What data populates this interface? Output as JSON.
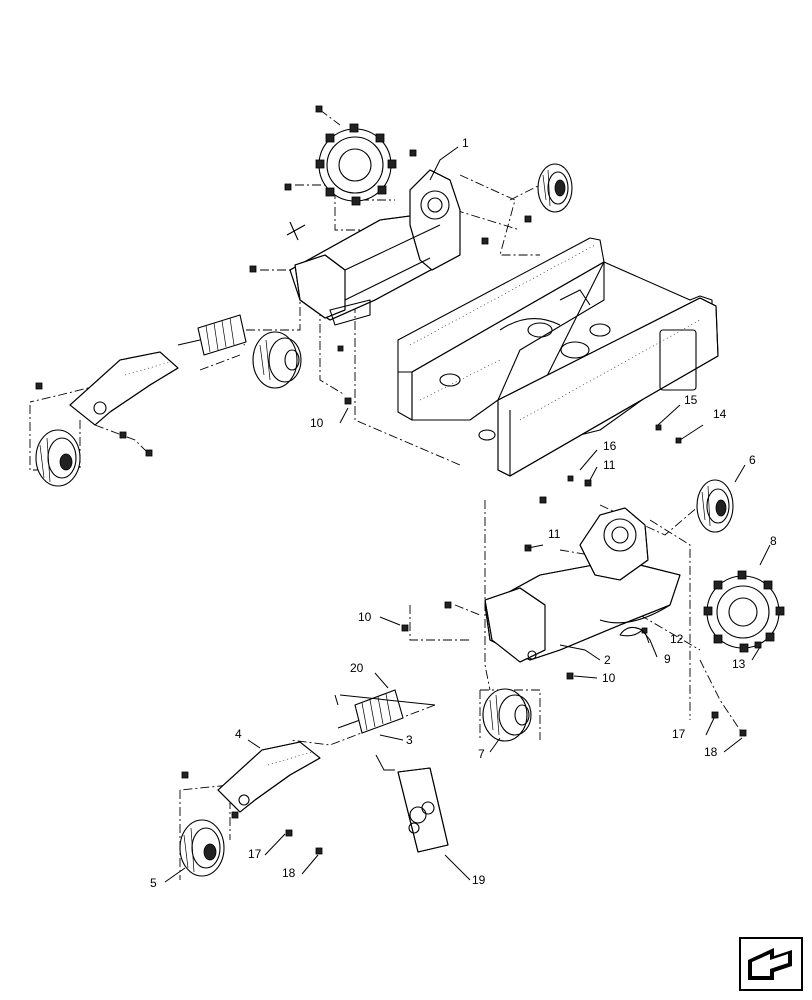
{
  "callouts": [
    {
      "id": "c1",
      "label": "1"
    },
    {
      "id": "c2",
      "label": "2"
    },
    {
      "id": "c3",
      "label": "3"
    },
    {
      "id": "c4",
      "label": "4"
    },
    {
      "id": "c5",
      "label": "5"
    },
    {
      "id": "c6",
      "label": "6"
    },
    {
      "id": "c7",
      "label": "7"
    },
    {
      "id": "c8",
      "label": "8"
    },
    {
      "id": "c9",
      "label": "9"
    },
    {
      "id": "c10a",
      "label": "10"
    },
    {
      "id": "c10b",
      "label": "10"
    },
    {
      "id": "c10c",
      "label": "10"
    },
    {
      "id": "c11a",
      "label": "11"
    },
    {
      "id": "c11b",
      "label": "11"
    },
    {
      "id": "c12",
      "label": "12"
    },
    {
      "id": "c13",
      "label": "13"
    },
    {
      "id": "c14",
      "label": "14"
    },
    {
      "id": "c15",
      "label": "15"
    },
    {
      "id": "c16",
      "label": "16"
    },
    {
      "id": "c17a",
      "label": "17"
    },
    {
      "id": "c17b",
      "label": "17"
    },
    {
      "id": "c18a",
      "label": "18"
    },
    {
      "id": "c18b",
      "label": "18"
    },
    {
      "id": "c19",
      "label": "19"
    },
    {
      "id": "c20",
      "label": "20"
    }
  ],
  "nav_icon": "page-turn-arrow-icon"
}
